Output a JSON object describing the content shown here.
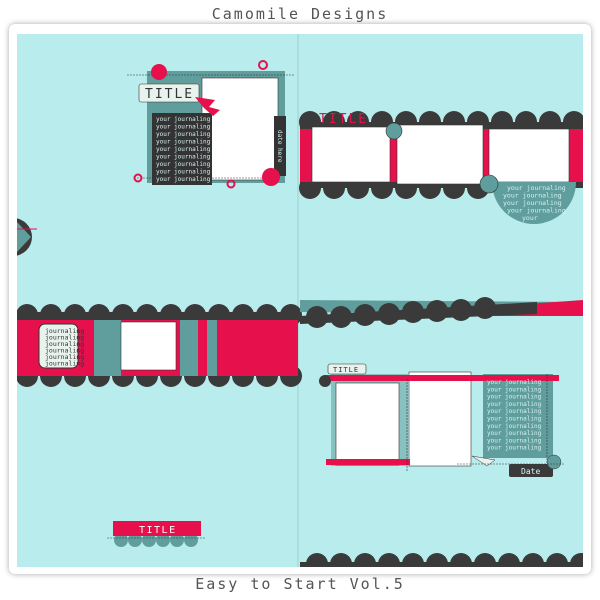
{
  "header": {
    "text": "Camomile Designs"
  },
  "footer": {
    "text": "Easy to Start Vol.5"
  },
  "layouts": {
    "top_left": {
      "title": "TITLE",
      "journaling": "your journaling\nyour journaling\nyour journaling\nyour journaling\nyour journaling\nyour journaling\nyour journaling\nyour journaling\nyour journaling",
      "date": "date here"
    },
    "top_right": {
      "title": "TITLE",
      "journaling": "your journaling\nyour journaling\nyour journaling\nyour journaling\n  your"
    },
    "mid_left": {
      "journaling": "journaling\njournaling\njournaling\njournaling\njournaling\njournaling"
    },
    "bottom_right": {
      "title": "TITLE",
      "journaling": "your journaling\nyour journaling\nyour journaling\nyour journaling\nyour journaling\nyour journaling\nyour journaling\nyour journaling\nyour journaling\nyour journaling",
      "date": "Date"
    },
    "bottom_left": {
      "title": "TITLE"
    }
  },
  "colors": {
    "aqua": "#b9ecec",
    "teal": "#5f9e9c",
    "red": "#e6104c",
    "dark": "#3a3a3a",
    "white": "#ffffff"
  }
}
